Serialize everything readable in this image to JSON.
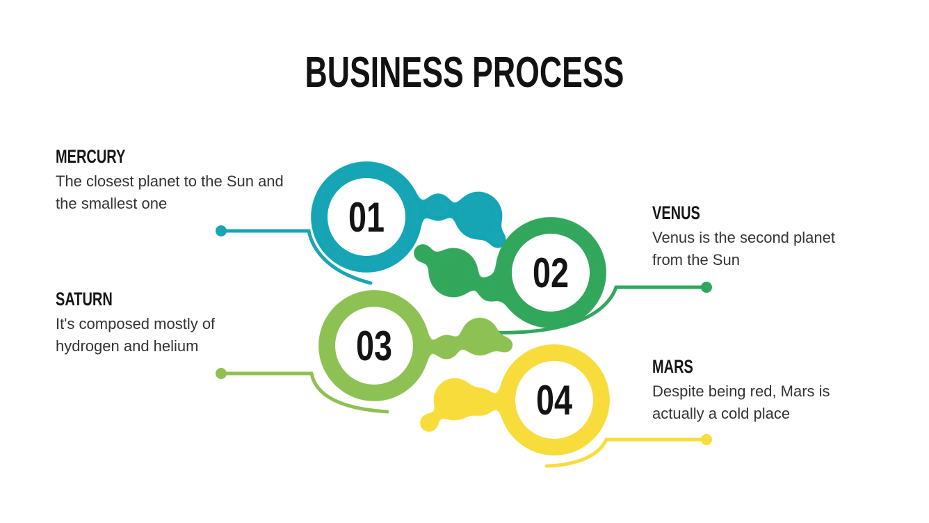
{
  "title": "BUSINESS PROCESS",
  "steps": [
    {
      "number": "01",
      "name": "MERCURY",
      "description": "The closest planet to the Sun and the smallest one",
      "color": "#18A5B5",
      "side": "left"
    },
    {
      "number": "02",
      "name": "VENUS",
      "description": "Venus is the second planet from the Sun",
      "color": "#30A75C",
      "side": "right"
    },
    {
      "number": "03",
      "name": "SATURN",
      "description": "It's composed mostly of hydrogen and helium",
      "color": "#8DC152",
      "side": "left"
    },
    {
      "number": "04",
      "name": "MARS",
      "description": "Despite being red, Mars is actually a cold place",
      "color": "#F8DC3B",
      "side": "right"
    }
  ]
}
